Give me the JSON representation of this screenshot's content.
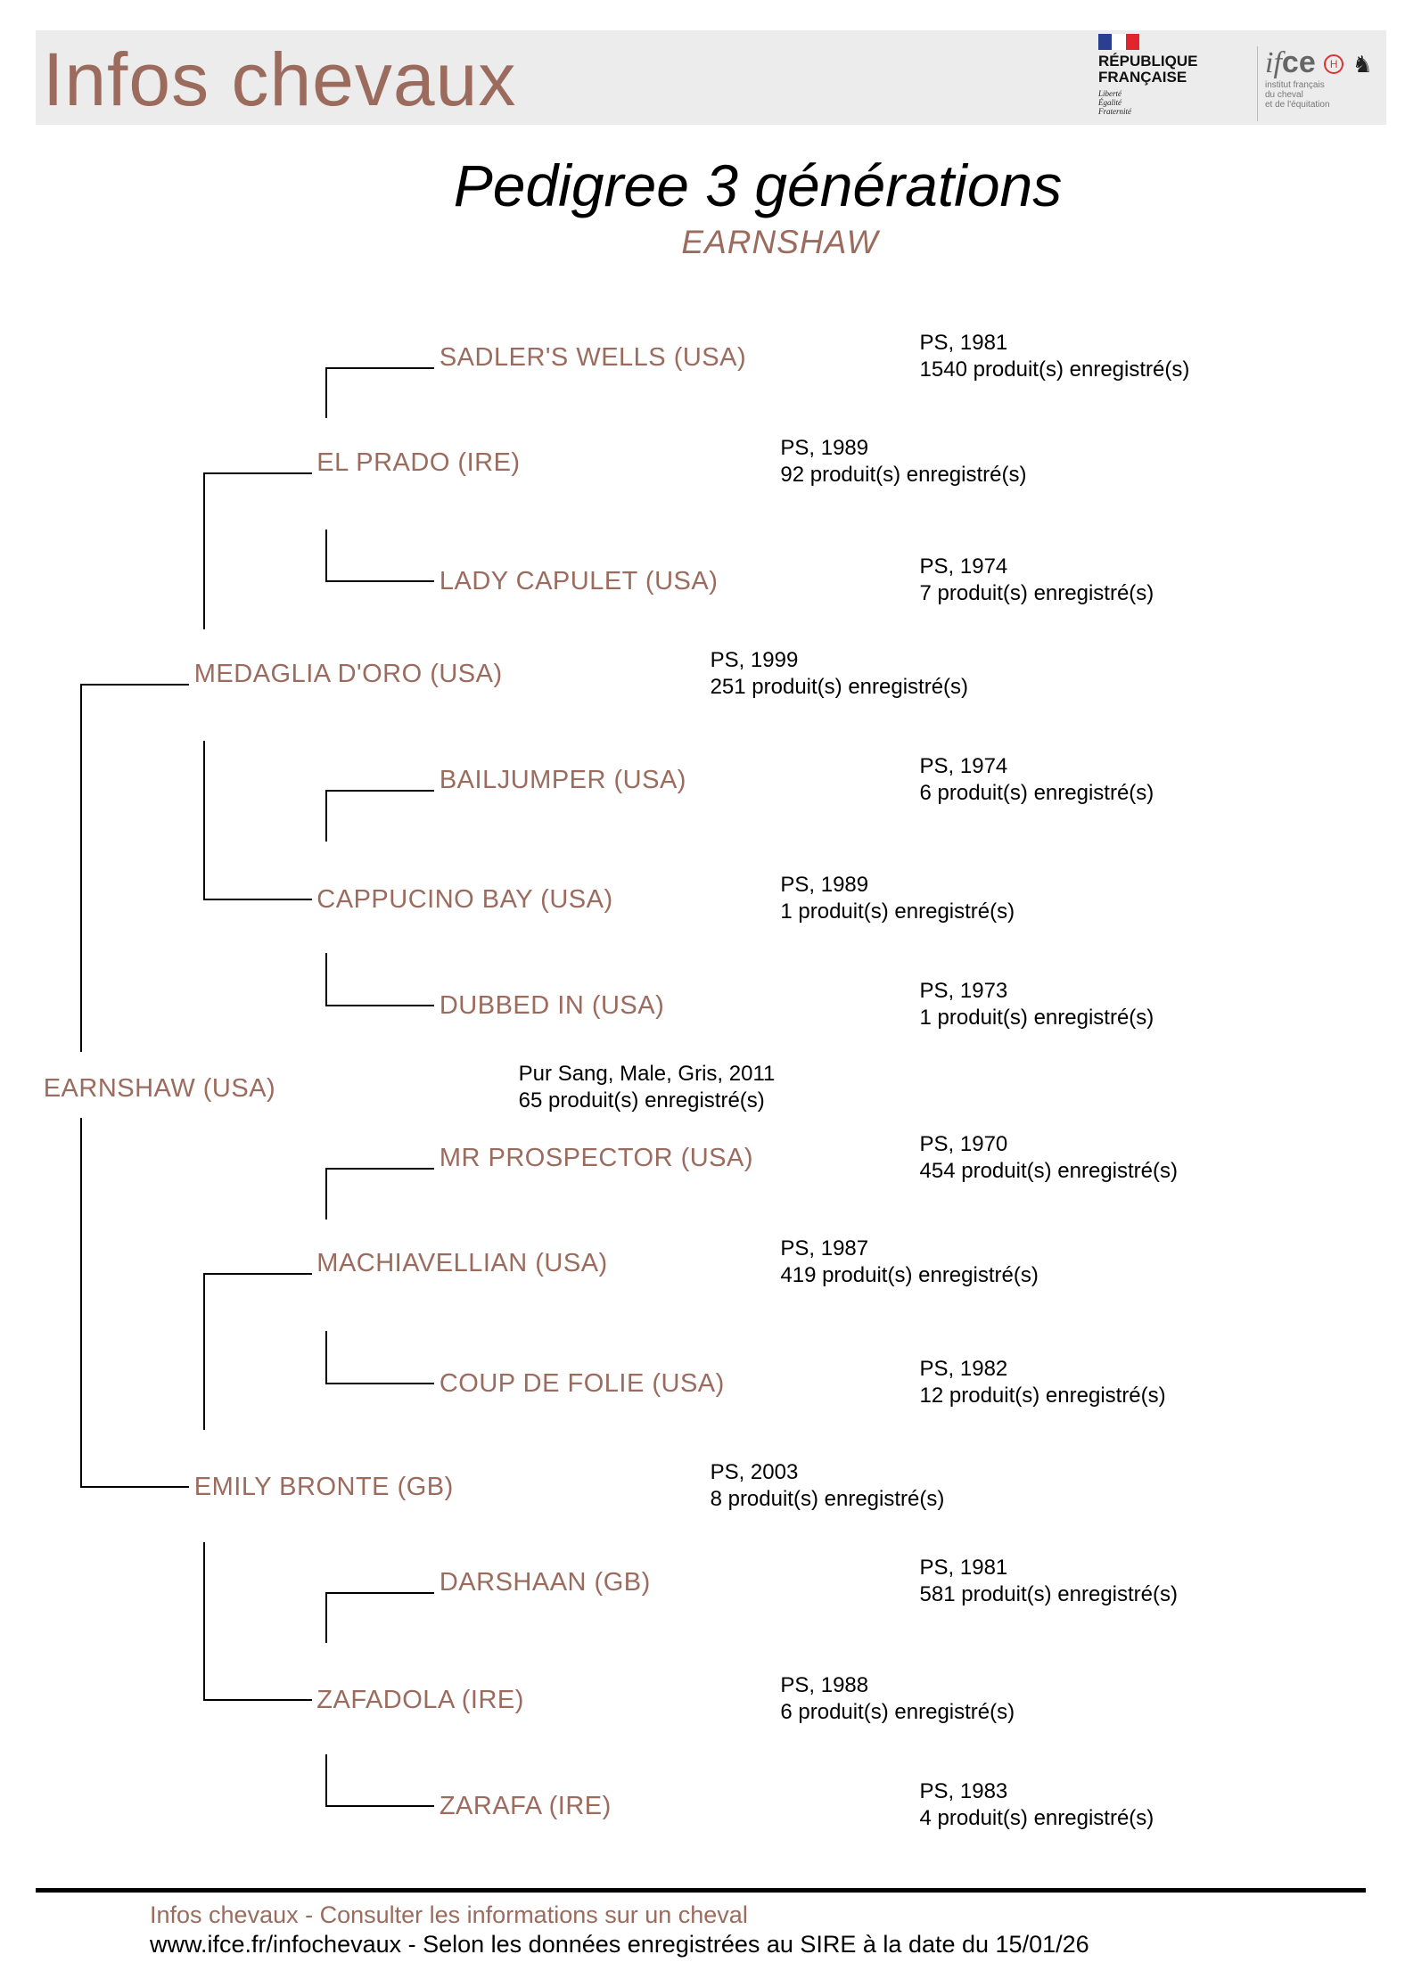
{
  "header": {
    "app_title": "Infos chevaux",
    "republique_logo": {
      "line1": "RÉPUBLIQUE",
      "line2": "FRANÇAISE",
      "motto": [
        "Liberté",
        "Égalité",
        "Fraternité"
      ]
    },
    "ifce_logo": {
      "mark": "ifce",
      "lines": [
        "institut français",
        "du cheval",
        "et de l'équitation"
      ]
    }
  },
  "document": {
    "title": "Pedigree 3 générations",
    "horse": "EARNSHAW"
  },
  "pedigree": [
    {
      "name": "SADLER'S WELLS (USA)",
      "info1": "PS, 1981",
      "info2": "1540 produit(s) enregistré(s)"
    },
    {
      "name": "EL PRADO (IRE)",
      "info1": "PS, 1989",
      "info2": "92 produit(s) enregistré(s)"
    },
    {
      "name": "LADY CAPULET (USA)",
      "info1": "PS, 1974",
      "info2": "7 produit(s) enregistré(s)"
    },
    {
      "name": "MEDAGLIA D'ORO (USA)",
      "info1": "PS, 1999",
      "info2": "251 produit(s) enregistré(s)"
    },
    {
      "name": "BAILJUMPER (USA)",
      "info1": "PS, 1974",
      "info2": "6 produit(s) enregistré(s)"
    },
    {
      "name": "CAPPUCINO BAY (USA)",
      "info1": "PS, 1989",
      "info2": "1 produit(s) enregistré(s)"
    },
    {
      "name": "DUBBED IN (USA)",
      "info1": "PS, 1973",
      "info2": "1 produit(s) enregistré(s)"
    },
    {
      "name": "EARNSHAW (USA)",
      "info1": "Pur Sang, Male, Gris, 2011",
      "info2": "65 produit(s) enregistré(s)"
    },
    {
      "name": "MR PROSPECTOR (USA)",
      "info1": "PS, 1970",
      "info2": "454 produit(s) enregistré(s)"
    },
    {
      "name": "MACHIAVELLIAN (USA)",
      "info1": "PS, 1987",
      "info2": "419 produit(s) enregistré(s)"
    },
    {
      "name": "COUP DE FOLIE (USA)",
      "info1": "PS, 1982",
      "info2": "12 produit(s) enregistré(s)"
    },
    {
      "name": "EMILY BRONTE (GB)",
      "info1": "PS, 2003",
      "info2": "8 produit(s) enregistré(s)"
    },
    {
      "name": "DARSHAAN (GB)",
      "info1": "PS, 1981",
      "info2": "581 produit(s) enregistré(s)"
    },
    {
      "name": "ZAFADOLA (IRE)",
      "info1": "PS, 1988",
      "info2": "6 produit(s) enregistré(s)"
    },
    {
      "name": "ZARAFA (IRE)",
      "info1": "PS, 1983",
      "info2": "4 produit(s) enregistré(s)"
    }
  ],
  "footer": {
    "line1": "Infos chevaux - Consulter les informations sur un cheval",
    "line2": "www.ifce.fr/infochevaux - Selon les données enregistrées au SIRE à la date du 15/01/26"
  },
  "colors": {
    "accent": "#9b6b5e",
    "header_bg": "#ececec"
  }
}
